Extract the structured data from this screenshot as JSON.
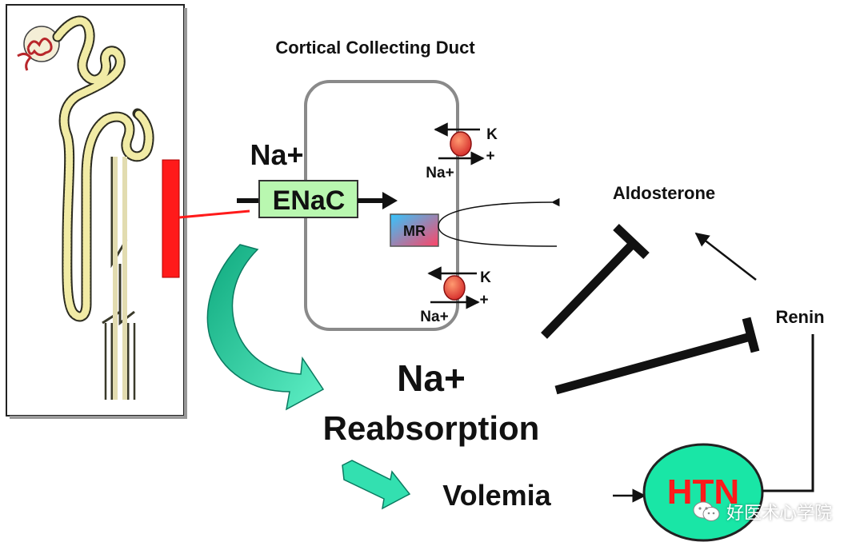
{
  "title": "Cortical Collecting Duct",
  "labels": {
    "na_plus_top": "Na+",
    "enac": "ENaC",
    "mr": "MR",
    "k_top": "K",
    "na_pump_top": "Na+",
    "plus_top": "+",
    "k_bottom": "K",
    "na_pump_bottom": "Na+",
    "plus_bottom": "+",
    "aldosterone": "Aldosterone",
    "renin": "Renin",
    "na_reabsorption_line1": "Na+",
    "na_reabsorption_line2": "Reabsorption",
    "volemia": "Volemia",
    "htn": "HTN"
  },
  "watermark": "好医术心学院",
  "colors": {
    "enac_fill": "#b9f7b0",
    "htn_fill": "#19e6a6",
    "htn_text": "#ff1a1a",
    "red_bar": "#ff1a1a",
    "teal_arrow": "#33e0b0",
    "mr_gradient_start": "#33c6ff",
    "mr_gradient_end": "#ff4466"
  }
}
